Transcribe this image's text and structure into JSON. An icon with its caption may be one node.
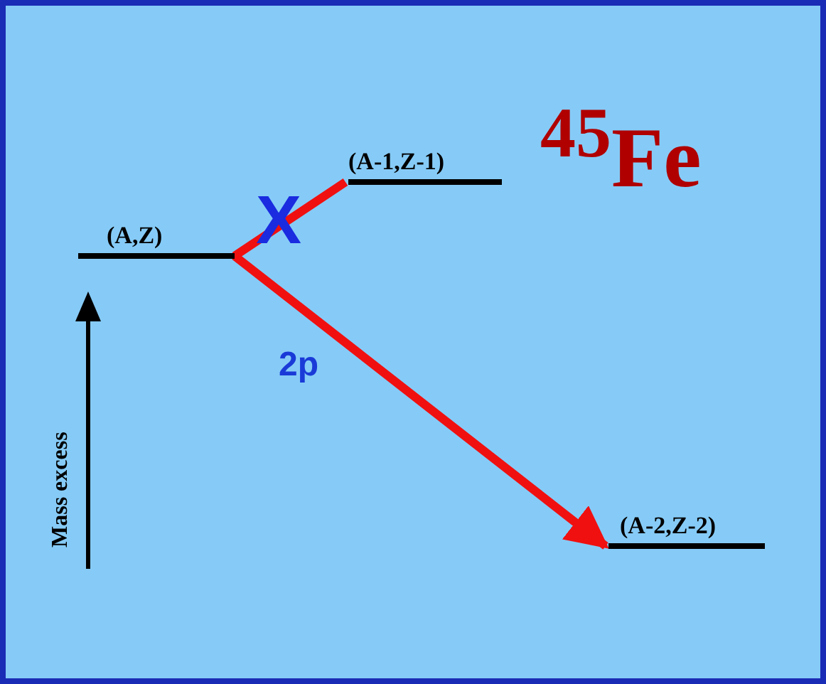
{
  "diagram": {
    "nodes": [
      {
        "text": [
          "(A,Z)"
        ]
      },
      {
        "text": [
          "(A-1,Z-1)"
        ]
      },
      {
        "text": [
          "(A-2,Z-2)"
        ]
      }
    ],
    "edges": [
      {
        "from": 0,
        "to": 1,
        "arrow": "none"
      },
      {
        "from": 0,
        "to": 2,
        "arrow": "to",
        "label": "2p"
      }
    ],
    "labels": [
      "$^{45}$Fe",
      "X",
      "Mass excess"
    ]
  }
}
